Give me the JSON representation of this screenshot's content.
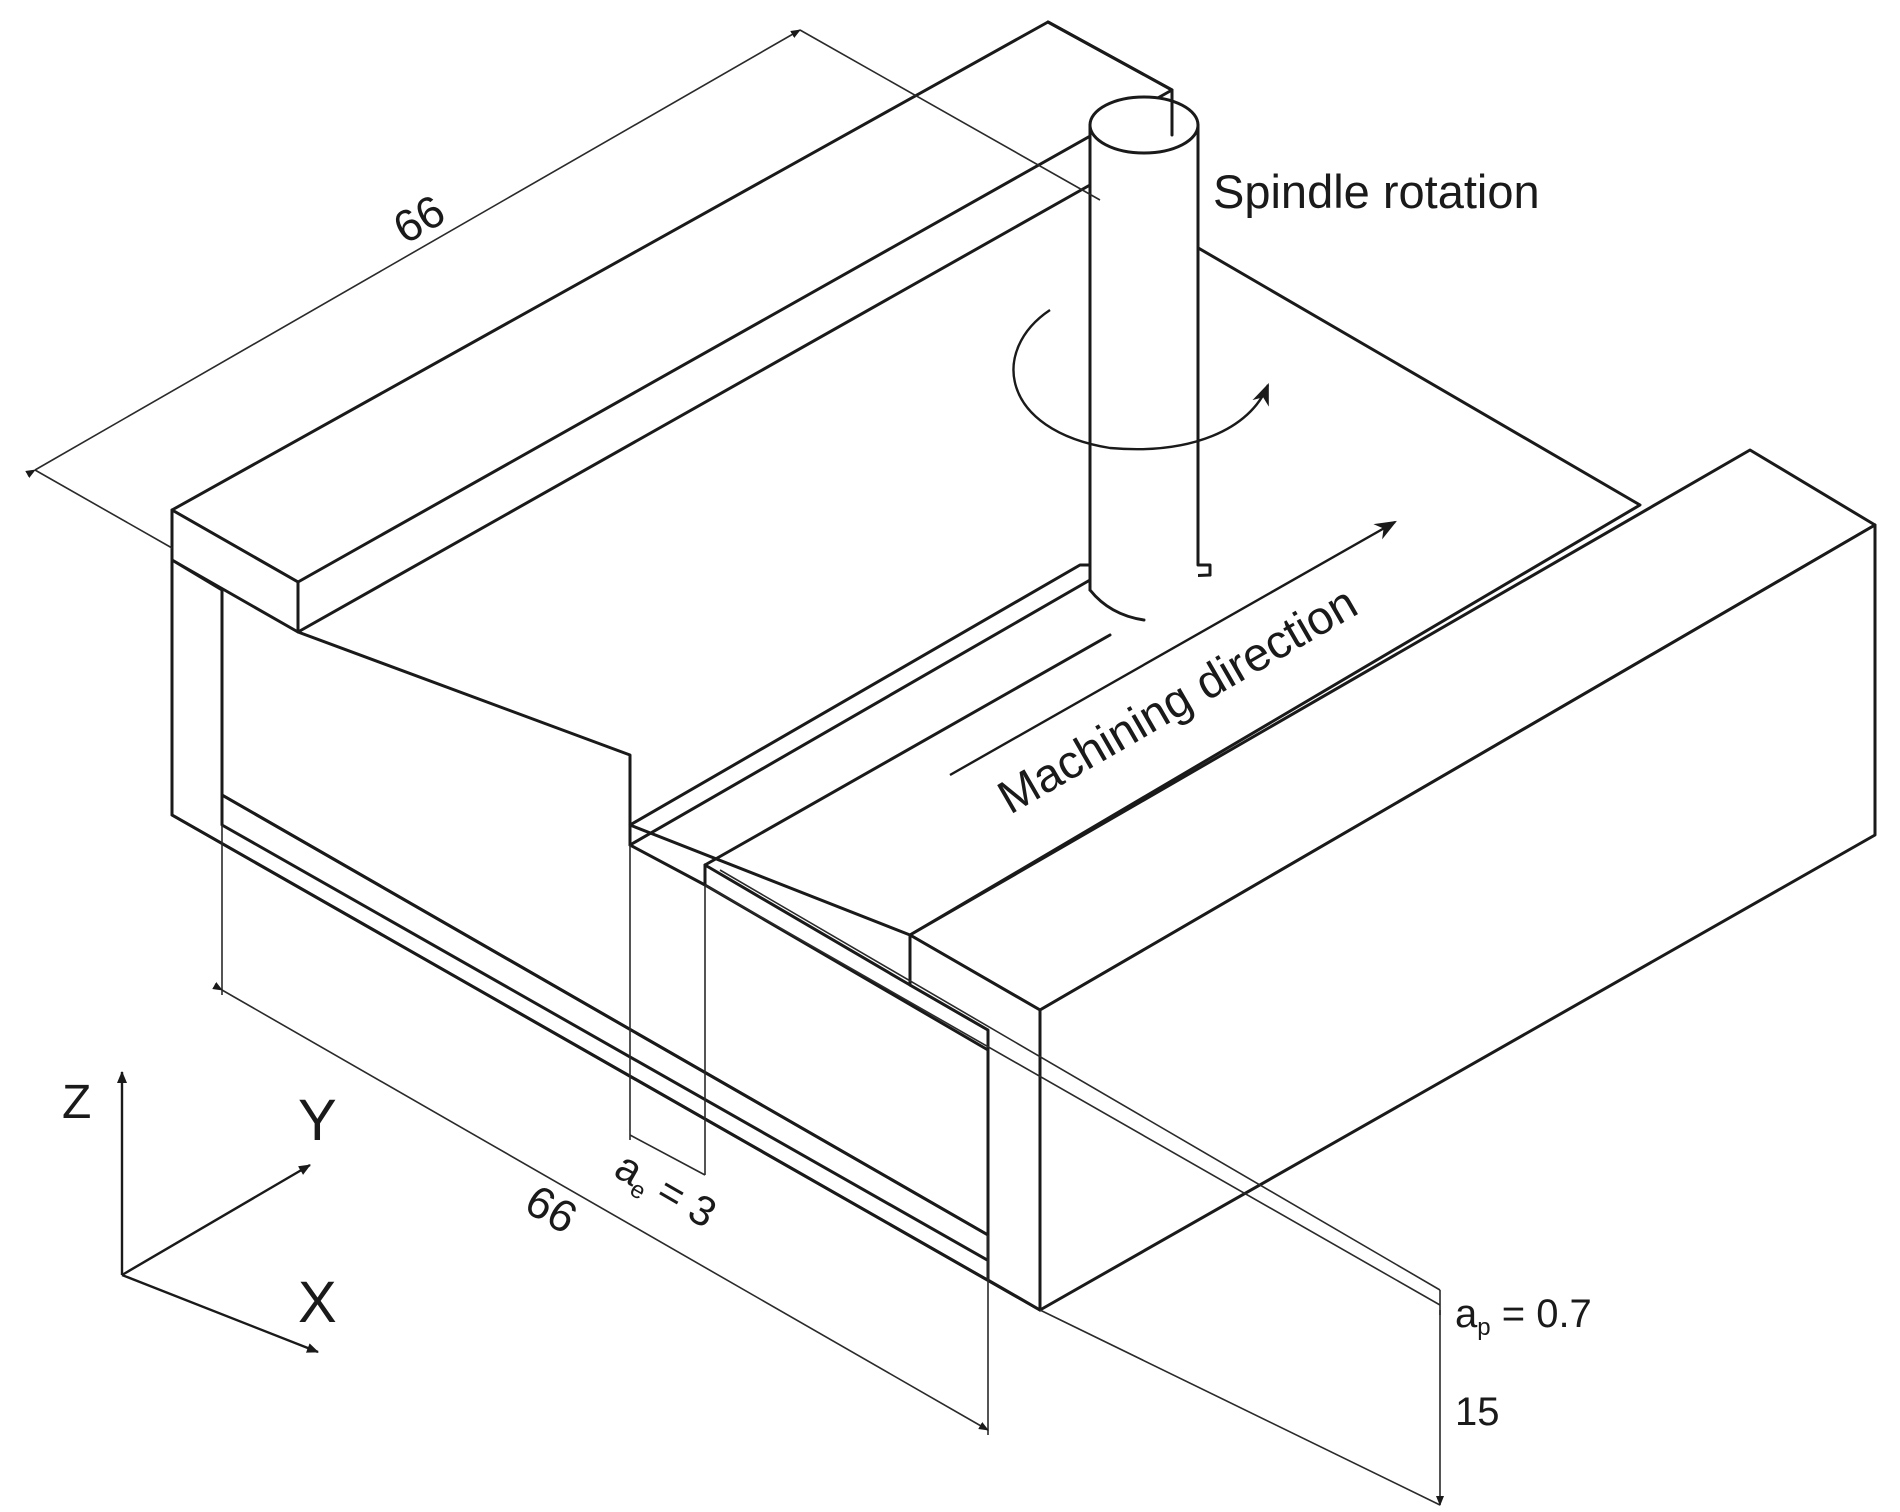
{
  "labels": {
    "spindle_rotation": "Spindle rotation",
    "machining_direction": "Machining direction",
    "length_top": "66",
    "length_bottom": "66",
    "ae_symbol": "a",
    "ae_subscript": "e",
    "ae_value": " = 3",
    "ap_symbol": "a",
    "ap_subscript": "p",
    "ap_value": " = 0.7",
    "height": "15"
  },
  "axes": {
    "z": "Z",
    "y": "Y",
    "x": "X"
  }
}
